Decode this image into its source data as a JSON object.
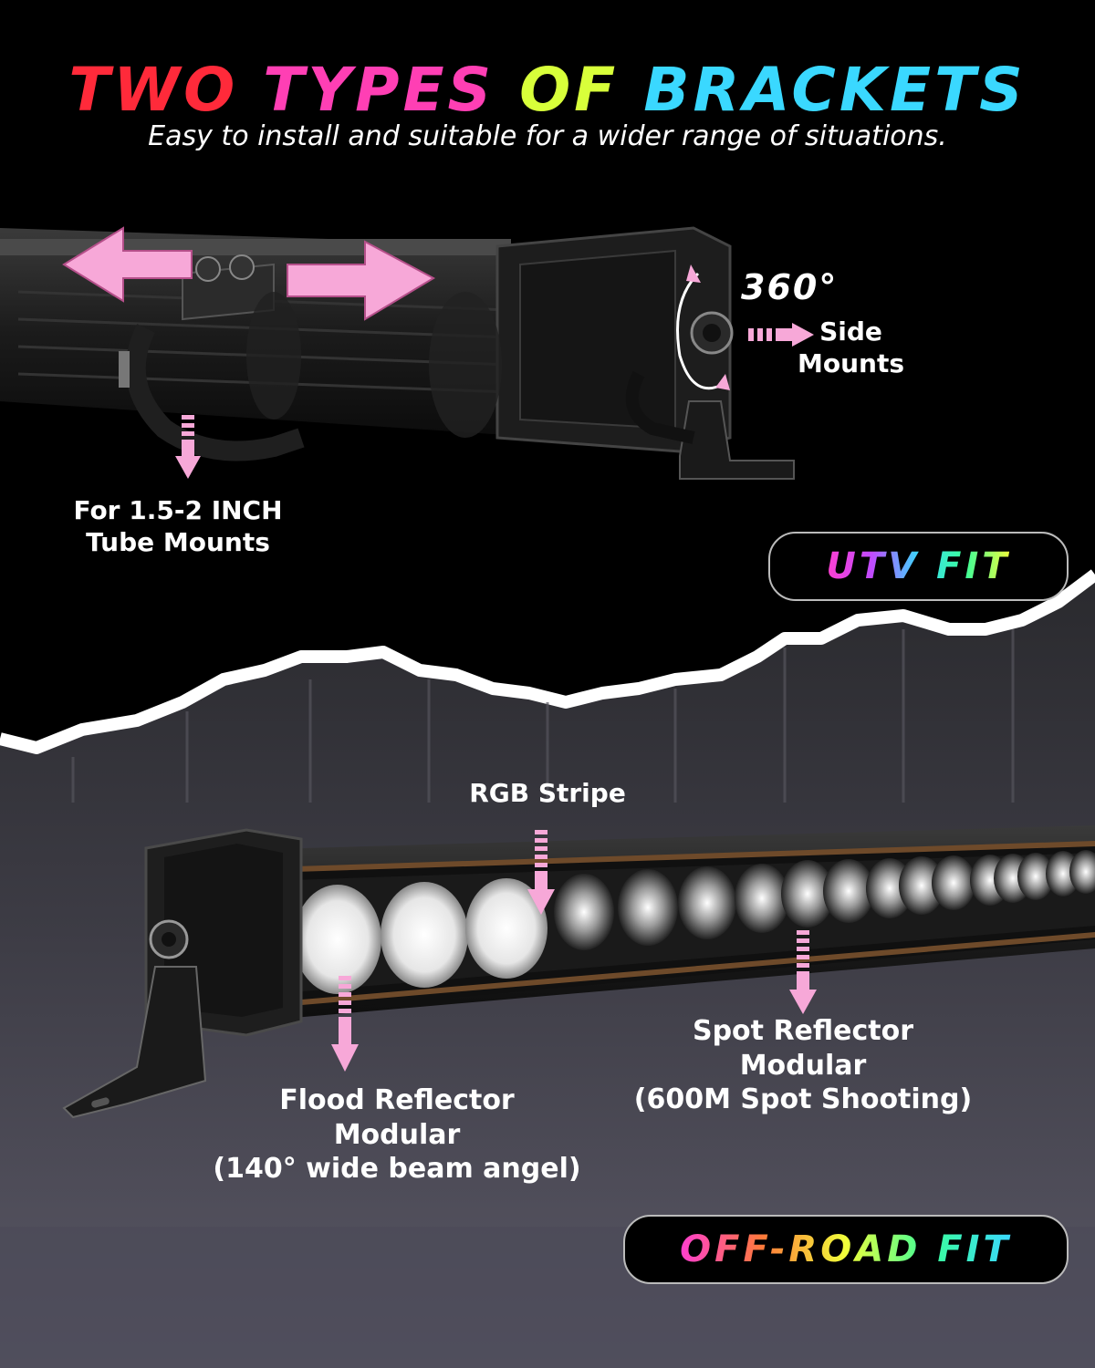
{
  "title_words": [
    {
      "text": "TWO",
      "color": "#ff2a3a"
    },
    {
      "text": "TYPES",
      "color": "#ff3fb4"
    },
    {
      "text": "OF",
      "color": "#d8ff3a"
    },
    {
      "text": "BRACKETS",
      "color": "#3ad8ff"
    }
  ],
  "subtitle": "Easy to install and suitable for a wider range of situations.",
  "upper_section": {
    "rotation_label": "360°",
    "side_mounts_label": [
      "Side",
      "Mounts"
    ],
    "tube_mounts_label": [
      "For 1.5-2 INCH",
      "Tube Mounts"
    ],
    "badge": "UTV FIT"
  },
  "lower_section": {
    "rgb_label": "RGB Stripe",
    "flood_label": [
      "Flood Reflector",
      "Modular",
      "(140° wide beam angel)"
    ],
    "spot_label": [
      "Spot Reflector",
      "Modular",
      "(600M Spot Shooting)"
    ],
    "badge": "OFF-ROAD FIT"
  },
  "colors": {
    "arrow_pink": "#f7a8d8",
    "background": "#000000",
    "lower_bg": "#3b3a42"
  }
}
